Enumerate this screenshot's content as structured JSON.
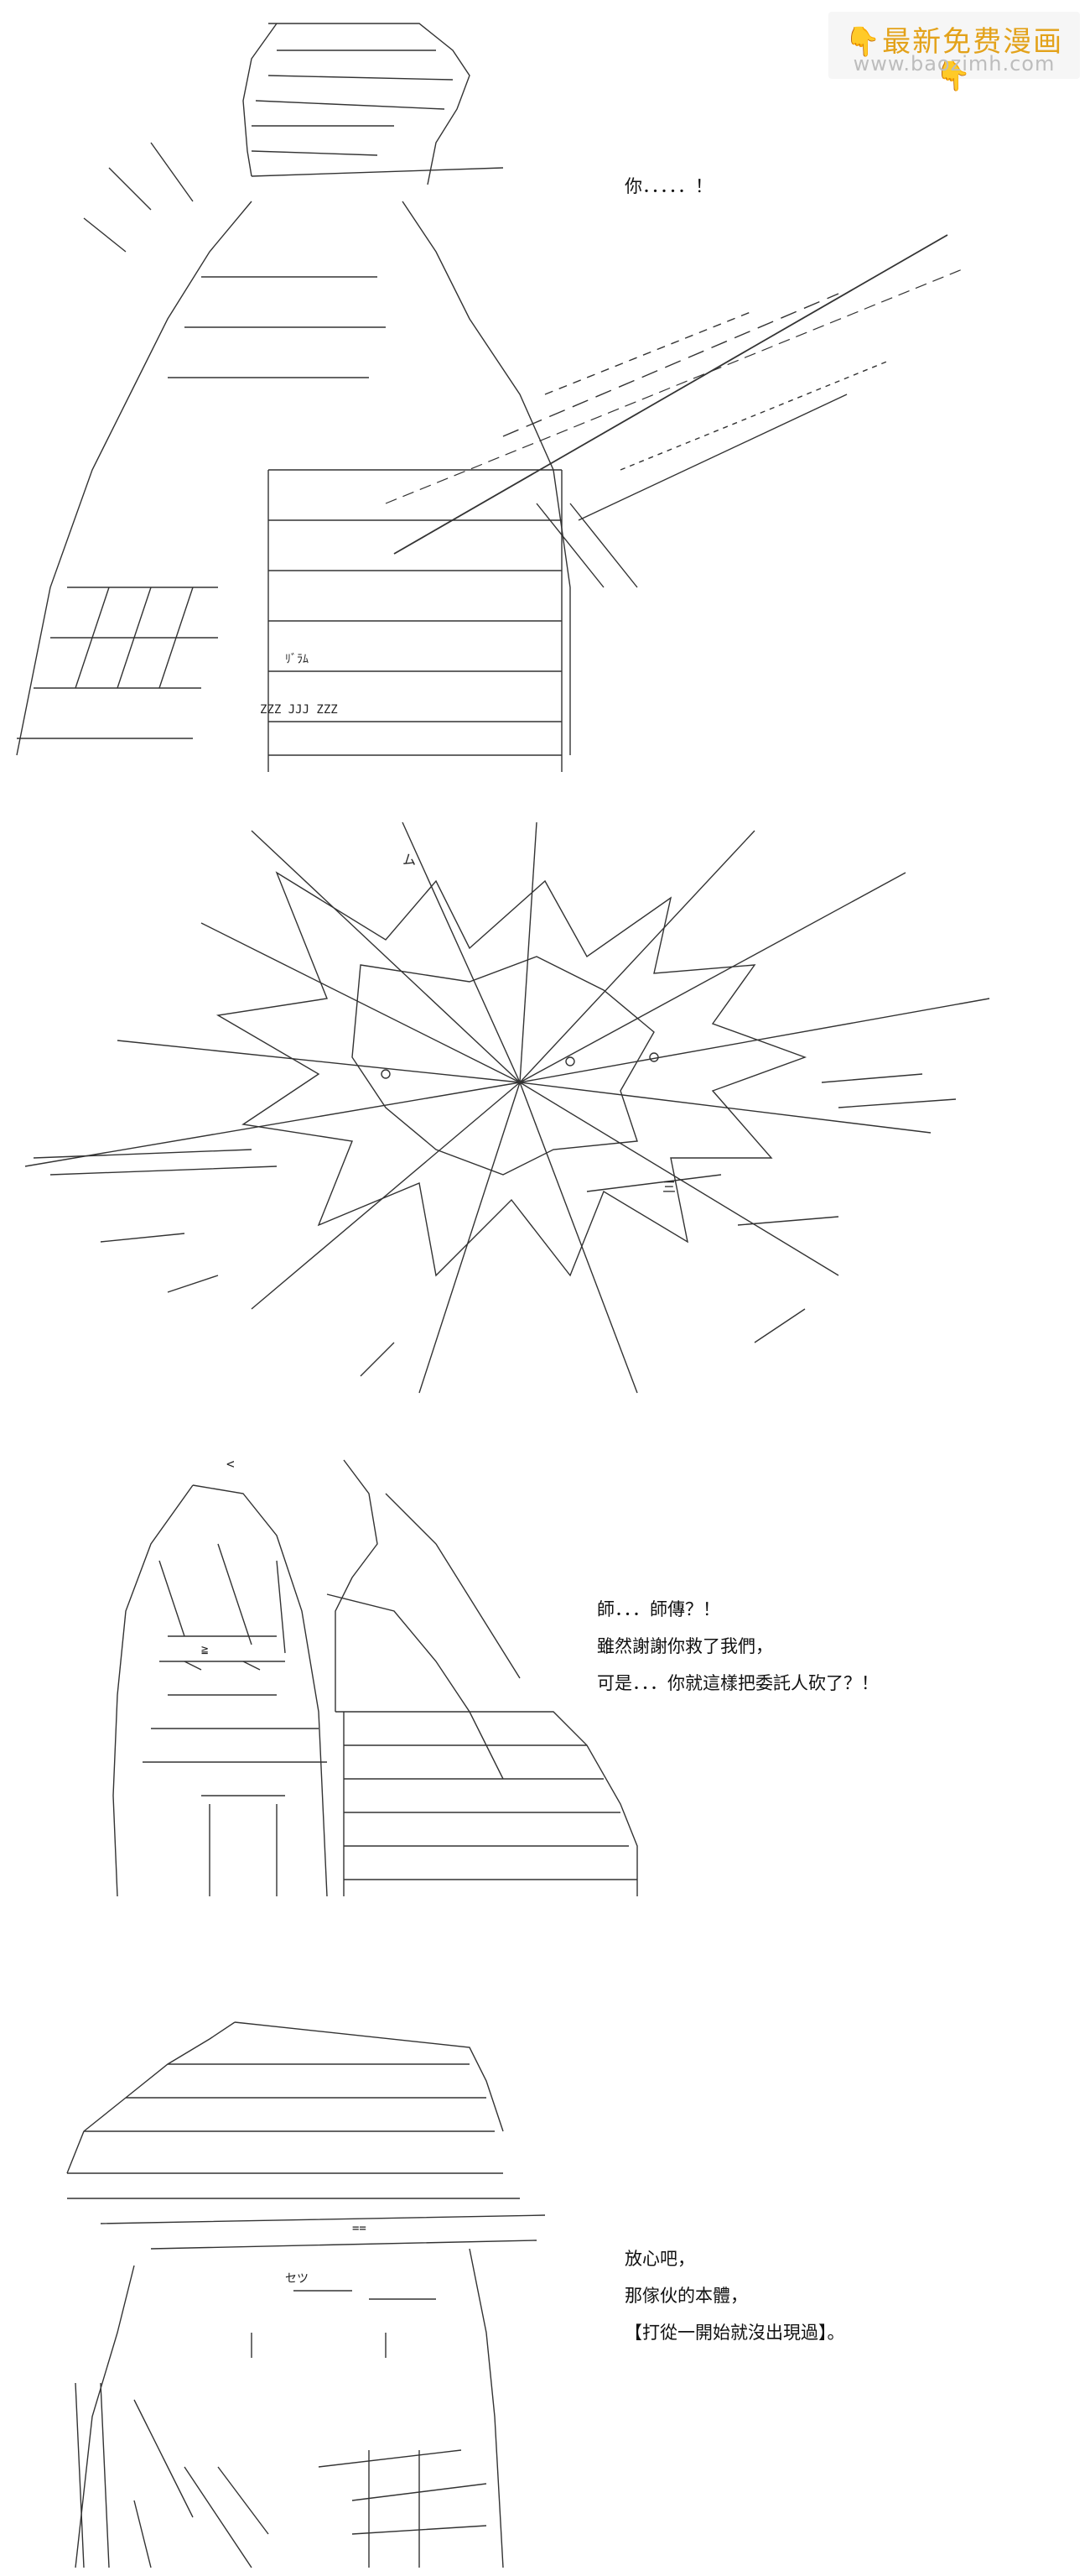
{
  "watermark": {
    "title": "👇最新免费漫画👇",
    "url": "www.baozimh.com"
  },
  "panels": [
    {
      "id": "panel-1",
      "lines": [
        "你．．．．．！"
      ]
    },
    {
      "id": "panel-2",
      "lines": []
    },
    {
      "id": "panel-3",
      "lines": [
        "師．．．師傳？！",
        "雖然謝謝你救了我們，",
        "可是．．．你就這樣把委託人砍了？！"
      ]
    },
    {
      "id": "panel-4",
      "lines": [
        "放心吧，",
        "那傢伙的本體，",
        "【打從一開始就沒出現過】。"
      ]
    }
  ],
  "art_labels": {
    "p1_glyph_a": "ZZZ JJJ ZZZ",
    "p1_glyph_b": "ﾘﾞﾗﾑ",
    "p2_glyph_a": "ム",
    "p2_glyph_b": "三",
    "p3_glyph_a": "<",
    "p3_glyph_b": "≧",
    "p4_glyph_a": "セツ",
    "p4_glyph_b": "=="
  },
  "colors": {
    "ink": "#222222",
    "watermark_accent": "#e3a21a",
    "watermark_muted": "#bdbdbd"
  }
}
